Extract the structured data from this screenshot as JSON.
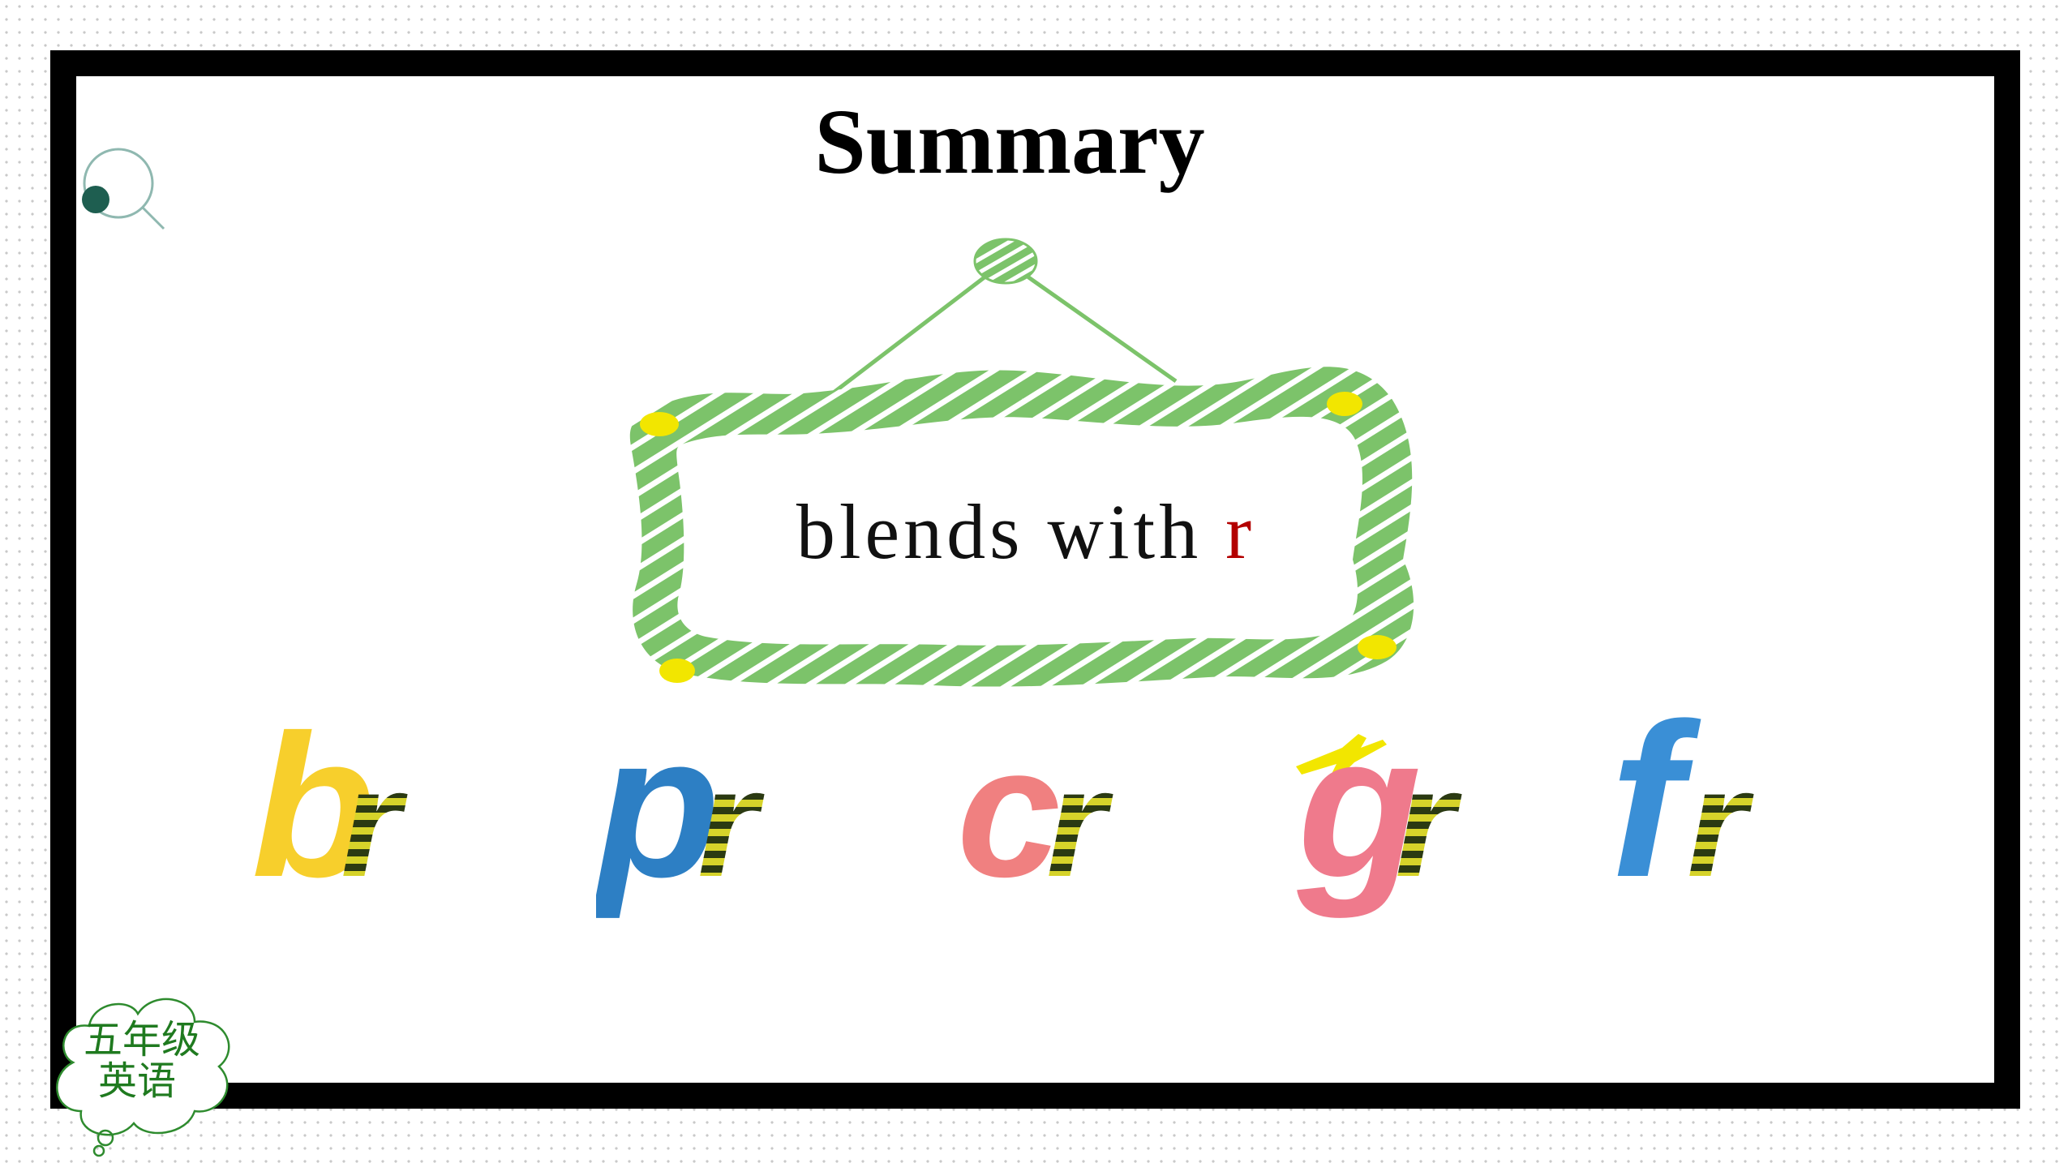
{
  "slide": {
    "title": "Summary",
    "sign": {
      "text_main": "blends with ",
      "text_highlight": "r"
    },
    "blends": [
      {
        "first": "b",
        "second": "r",
        "first_color": "#f7cf2c"
      },
      {
        "first": "p",
        "second": "r",
        "first_color": "#2d7fc4"
      },
      {
        "first": "c",
        "second": "r",
        "first_color": "#f08080"
      },
      {
        "first": "g",
        "second": "r",
        "first_color": "#ef7a8c"
      },
      {
        "first": "f",
        "second": "r",
        "first_color": "#3a8fd6"
      }
    ],
    "badge": {
      "line1": "五年级",
      "line2": "英语"
    }
  },
  "colors": {
    "frame": "#000000",
    "sign_green": "#7cc36a",
    "pin_yellow": "#f2e600",
    "highlight_red": "#b30000",
    "stripe_dark": "#2b3a12",
    "stripe_yellow": "#d6d32a",
    "badge_green": "#1f7a1f",
    "icon_teal": "#1e5e50"
  },
  "icons": [
    "search-icon",
    "cloud-badge-icon"
  ]
}
